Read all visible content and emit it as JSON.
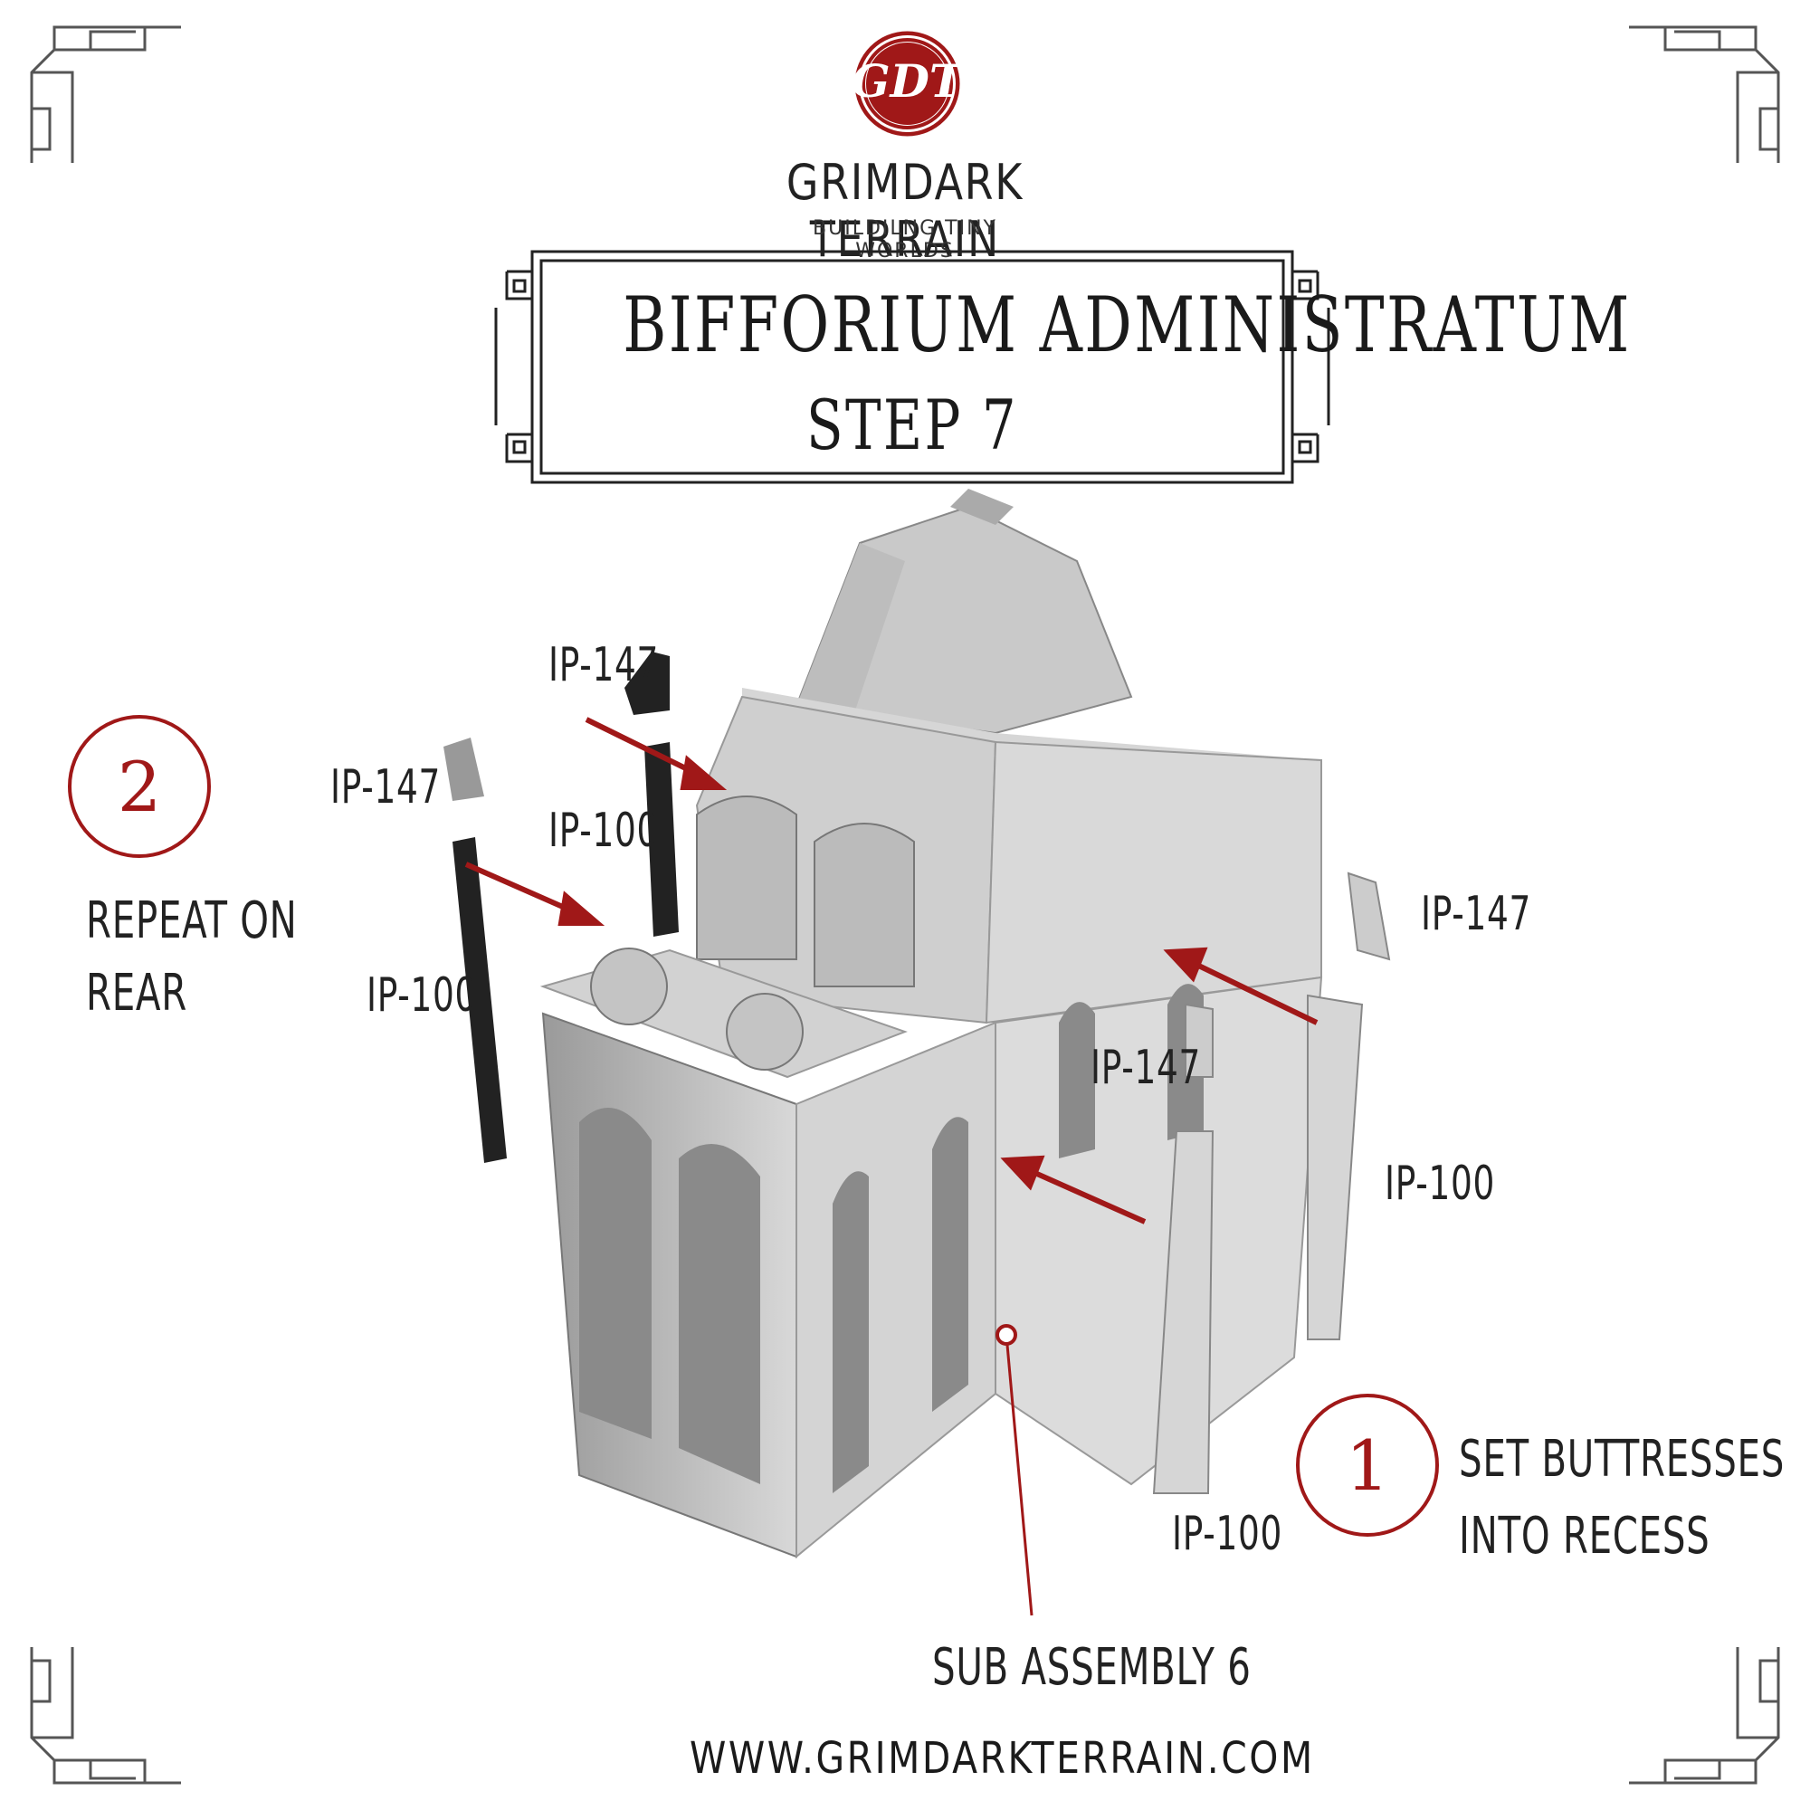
{
  "brand": {
    "logo_monogram": "GDT",
    "name": "GRIMDARK TERRAIN",
    "tagline": "BUILDILNG TINY WORLDS",
    "accent_color": "#a01818"
  },
  "header": {
    "title": "BIFFORIUM ADMINISTRATUM",
    "step": "STEP 7"
  },
  "instructions": [
    {
      "number": "2",
      "text_line1": "REPEAT ON",
      "text_line2": "REAR"
    },
    {
      "number": "1",
      "text_line1": "SET BUTTRESSES",
      "text_line2": "INTO RECESS"
    }
  ],
  "parts": {
    "ip147_top": "IP-147",
    "ip147_left": "IP-147",
    "ip100_top": "IP-100",
    "ip100_left": "IP-100",
    "ip147_right": "IP-147",
    "ip147_center": "IP-147",
    "ip100_right": "IP-100",
    "ip100_bottom": "IP-100"
  },
  "sub_assembly_label": "SUB ASSEMBLY 6",
  "footer_url": "WWW.GRIMDARKTERRAIN.COM"
}
